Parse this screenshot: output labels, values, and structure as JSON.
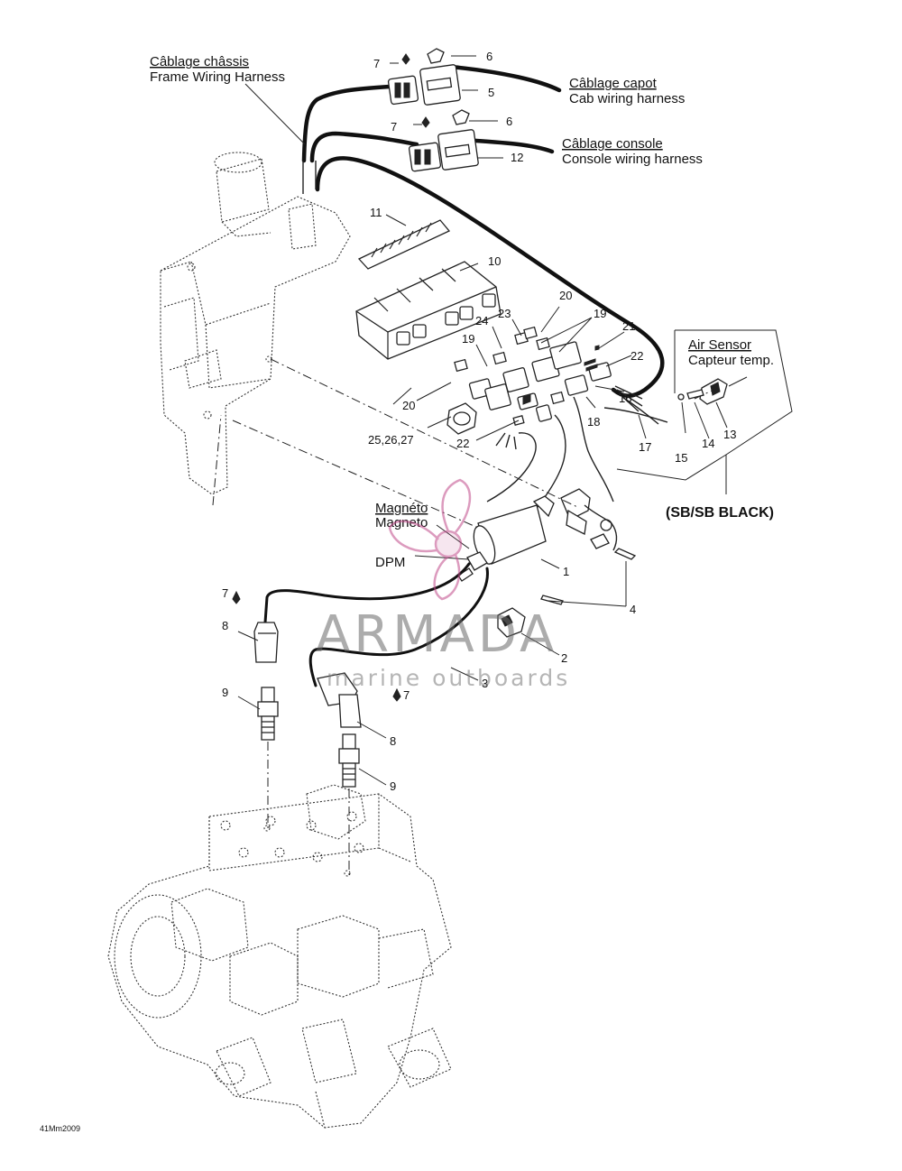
{
  "labels": {
    "frame_harness_fr": "Câblage châssis",
    "frame_harness_en": "Frame Wiring Harness",
    "cab_harness_fr": "Câblage capot",
    "cab_harness_en": "Cab wiring harness",
    "console_harness_fr": "Câblage console",
    "console_harness_en": "Console wiring harness",
    "air_sensor_en": "Air Sensor",
    "air_sensor_fr": "Capteur temp.",
    "sb_black": "(SB/SB BLACK)",
    "magneto_fr": "Magnéto",
    "magneto_en": "Magneto",
    "dpm": "DPM",
    "drawing_code": "41Mm2009"
  },
  "callouts": {
    "c1": "1",
    "c2": "2",
    "c3": "3",
    "c4": "4",
    "c5": "5",
    "c6a": "6",
    "c6b": "6",
    "c7a": "7",
    "c7b": "7",
    "c7c": "7",
    "c7d": "7",
    "c8a": "8",
    "c8b": "8",
    "c9a": "9",
    "c9b": "9",
    "c10": "10",
    "c11": "11",
    "c12": "12",
    "c13": "13",
    "c14": "14",
    "c15": "15",
    "c16": "16",
    "c17": "17",
    "c18": "18",
    "c19a": "19",
    "c19b": "19",
    "c20a": "20",
    "c20b": "20",
    "c21": "21",
    "c22a": "22",
    "c22b": "22",
    "c23": "23",
    "c24": "24",
    "c25": "25,26,27"
  },
  "watermark": {
    "brand": "ARMADA",
    "tagline": "marine outboards",
    "color": "#c04a8a"
  }
}
